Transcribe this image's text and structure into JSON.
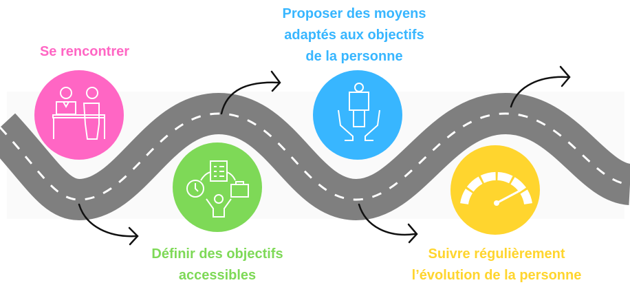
{
  "colors": {
    "pink": "#FF66C4",
    "green": "#7ED957",
    "blue": "#38B6FF",
    "yellow": "#FFD52E",
    "road": "#7F7F7F",
    "band": "#FAFAFA"
  },
  "steps": [
    {
      "lines": [
        "Se rencontrer"
      ],
      "icon": "meeting-icon"
    },
    {
      "lines": [
        "Définir des objectifs",
        "accessibles"
      ],
      "icon": "goals-icon"
    },
    {
      "lines": [
        "Proposer des moyens",
        "adaptés aux objectifs",
        "de la personne"
      ],
      "icon": "support-hands-icon"
    },
    {
      "lines": [
        "Suivre régulièrement",
        "l’évolution de la personne"
      ],
      "icon": "speedometer-icon"
    }
  ]
}
